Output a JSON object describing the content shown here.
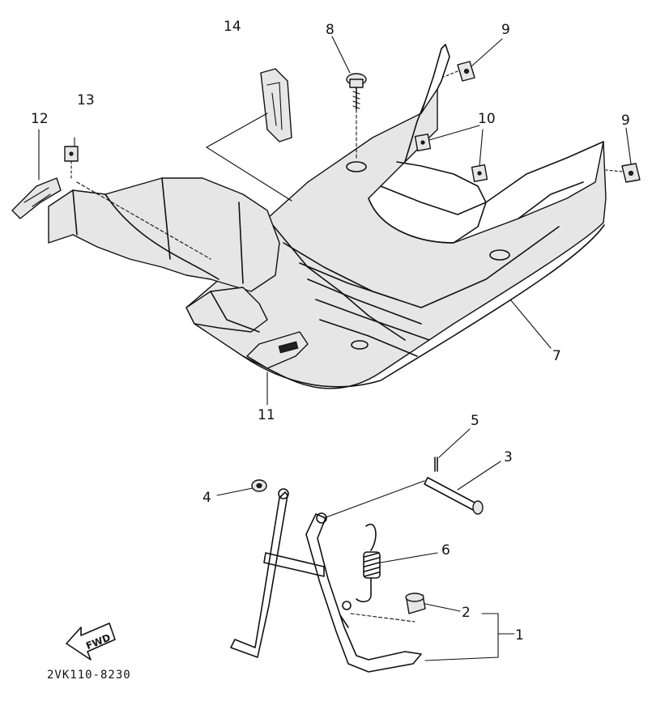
{
  "diagram": {
    "code": "2VK110-8230",
    "direction_label": "FWD",
    "callouts": {
      "c1": "1",
      "c2": "2",
      "c3": "3",
      "c4": "4",
      "c5": "5",
      "c6": "6",
      "c7": "7",
      "c8": "8",
      "c9a": "9",
      "c9b": "9",
      "c10": "10",
      "c11": "11",
      "c12": "12",
      "c13": "13",
      "c14": "14"
    }
  }
}
